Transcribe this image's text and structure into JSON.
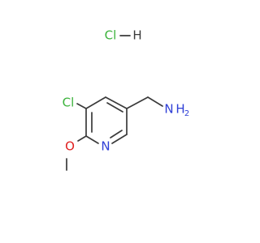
{
  "molecule": {
    "salt": {
      "cl_label": "Cl",
      "h_label": "H"
    },
    "atoms": {
      "chloro": "Cl",
      "ring_nitrogen": "N",
      "methoxy_oxygen": "O",
      "amine_n": "N",
      "amine_h": "H",
      "amine_h2": "2"
    },
    "colors": {
      "bond": "#3a3a3a",
      "chlorine": "#3cb33c",
      "nitrogen": "#2f3fd6",
      "oxygen": "#e02020"
    }
  }
}
